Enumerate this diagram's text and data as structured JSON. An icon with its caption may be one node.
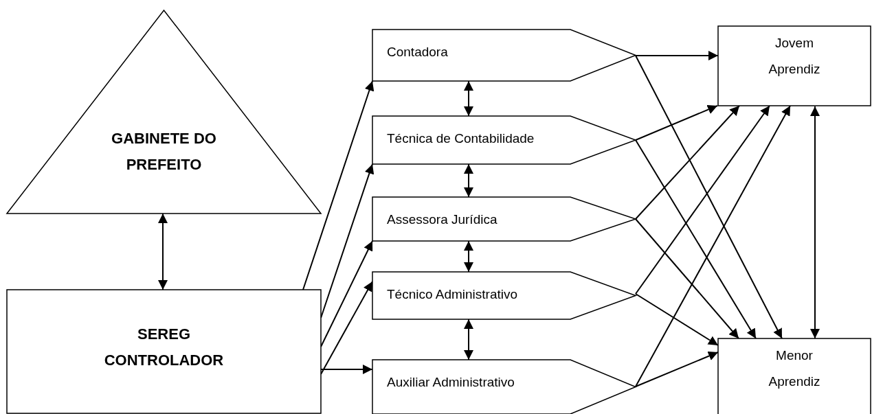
{
  "diagram": {
    "nodes": [
      {
        "text": [
          "GABINETE DO PREFEITO"
        ]
      },
      {
        "text": [
          "SEREG CONTROLADOR"
        ]
      },
      {
        "text": [
          "Contadora"
        ]
      },
      {
        "text": [
          "Técnica de Contabilidade"
        ]
      },
      {
        "text": [
          "Assessora Jurídica"
        ]
      },
      {
        "text": [
          "Técnico Administrativo"
        ]
      },
      {
        "text": [
          "Auxiliar Administrativo"
        ]
      },
      {
        "text": [
          "Jovem Aprendiz"
        ]
      },
      {
        "text": [
          "Menor Aprendiz"
        ]
      }
    ],
    "edges": [
      {
        "from": 1,
        "to": 0,
        "arrow": "both"
      },
      {
        "from": 1,
        "to": 2,
        "arrow": "to"
      },
      {
        "from": 1,
        "to": 3,
        "arrow": "to"
      },
      {
        "from": 1,
        "to": 4,
        "arrow": "to"
      },
      {
        "from": 1,
        "to": 5,
        "arrow": "to"
      },
      {
        "from": 1,
        "to": 6,
        "arrow": "to"
      },
      {
        "from": 2,
        "to": 3,
        "arrow": "both"
      },
      {
        "from": 3,
        "to": 4,
        "arrow": "both"
      },
      {
        "from": 4,
        "to": 5,
        "arrow": "both"
      },
      {
        "from": 5,
        "to": 6,
        "arrow": "both"
      },
      {
        "from": 2,
        "to": 7,
        "arrow": "to"
      },
      {
        "from": 2,
        "to": 8,
        "arrow": "to"
      },
      {
        "from": 3,
        "to": 7,
        "arrow": "to"
      },
      {
        "from": 3,
        "to": 8,
        "arrow": "to"
      },
      {
        "from": 4,
        "to": 7,
        "arrow": "to"
      },
      {
        "from": 4,
        "to": 8,
        "arrow": "to"
      },
      {
        "from": 5,
        "to": 7,
        "arrow": "to"
      },
      {
        "from": 5,
        "to": 8,
        "arrow": "to"
      },
      {
        "from": 6,
        "to": 7,
        "arrow": "to"
      },
      {
        "from": 6,
        "to": 8,
        "arrow": "to"
      },
      {
        "from": 7,
        "to": 8,
        "arrow": "both"
      }
    ]
  }
}
